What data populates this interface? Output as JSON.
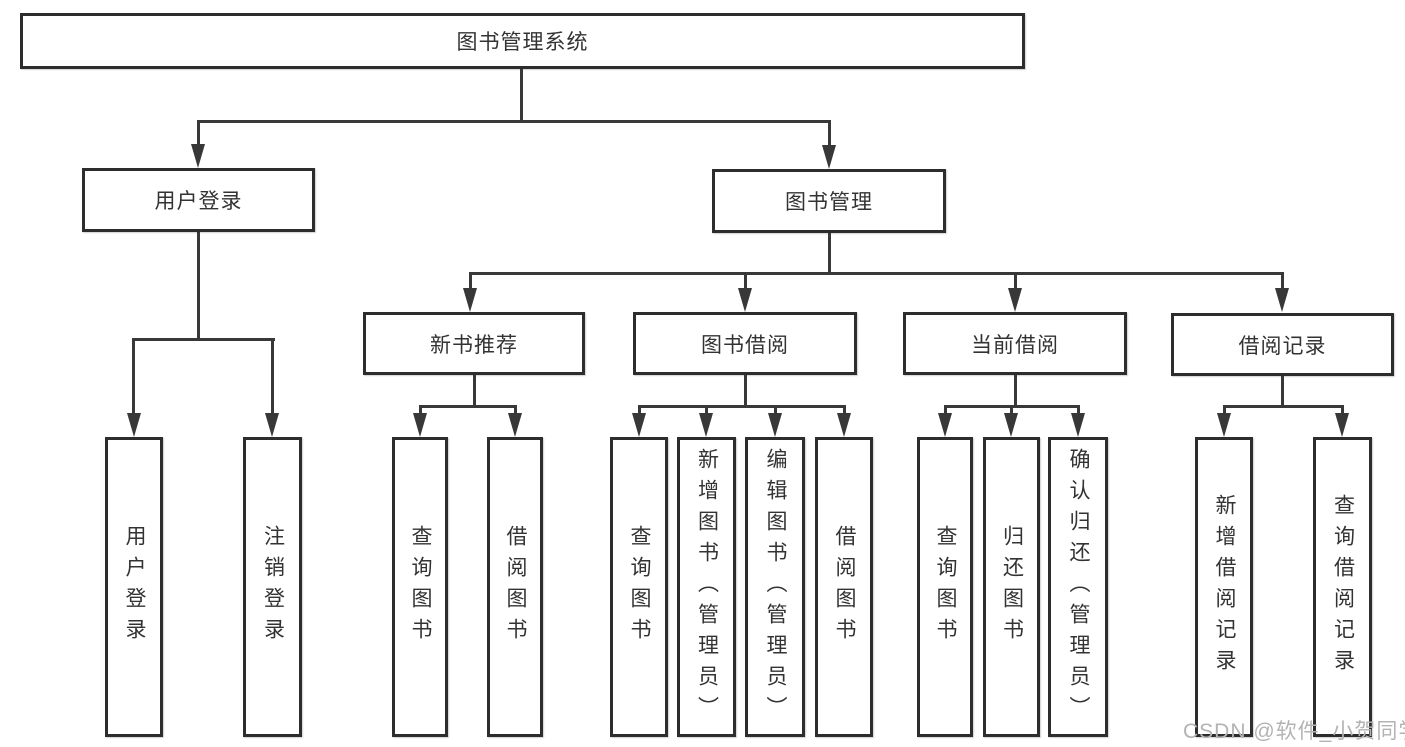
{
  "diagram": {
    "root": {
      "label": "图书管理系统"
    },
    "user_login": {
      "label": "用户登录",
      "children": [
        {
          "label": "用户登录"
        },
        {
          "label": "注销登录"
        }
      ]
    },
    "book_mgmt": {
      "label": "图书管理",
      "sections": {
        "new_books": {
          "label": "新书推荐",
          "children": [
            {
              "label": "查询图书"
            },
            {
              "label": "借阅图书"
            }
          ]
        },
        "book_borrow": {
          "label": "图书借阅",
          "children": [
            {
              "label": "查询图书"
            },
            {
              "label": "新增图书（管理员）"
            },
            {
              "label": "编辑图书（管理员）"
            },
            {
              "label": "借阅图书"
            }
          ]
        },
        "current_borrow": {
          "label": "当前借阅",
          "children": [
            {
              "label": "查询图书"
            },
            {
              "label": "归还图书"
            },
            {
              "label": "确认归还（管理员）"
            }
          ]
        },
        "borrow_records": {
          "label": "借阅记录",
          "children": [
            {
              "label": "新增借阅记录"
            },
            {
              "label": "查询借阅记录"
            }
          ]
        }
      }
    },
    "colors": {
      "line": "#383838",
      "text": "#333333",
      "watermark": "#b3b3b3"
    },
    "watermark": "CSDN @软件_小贺同学"
  }
}
